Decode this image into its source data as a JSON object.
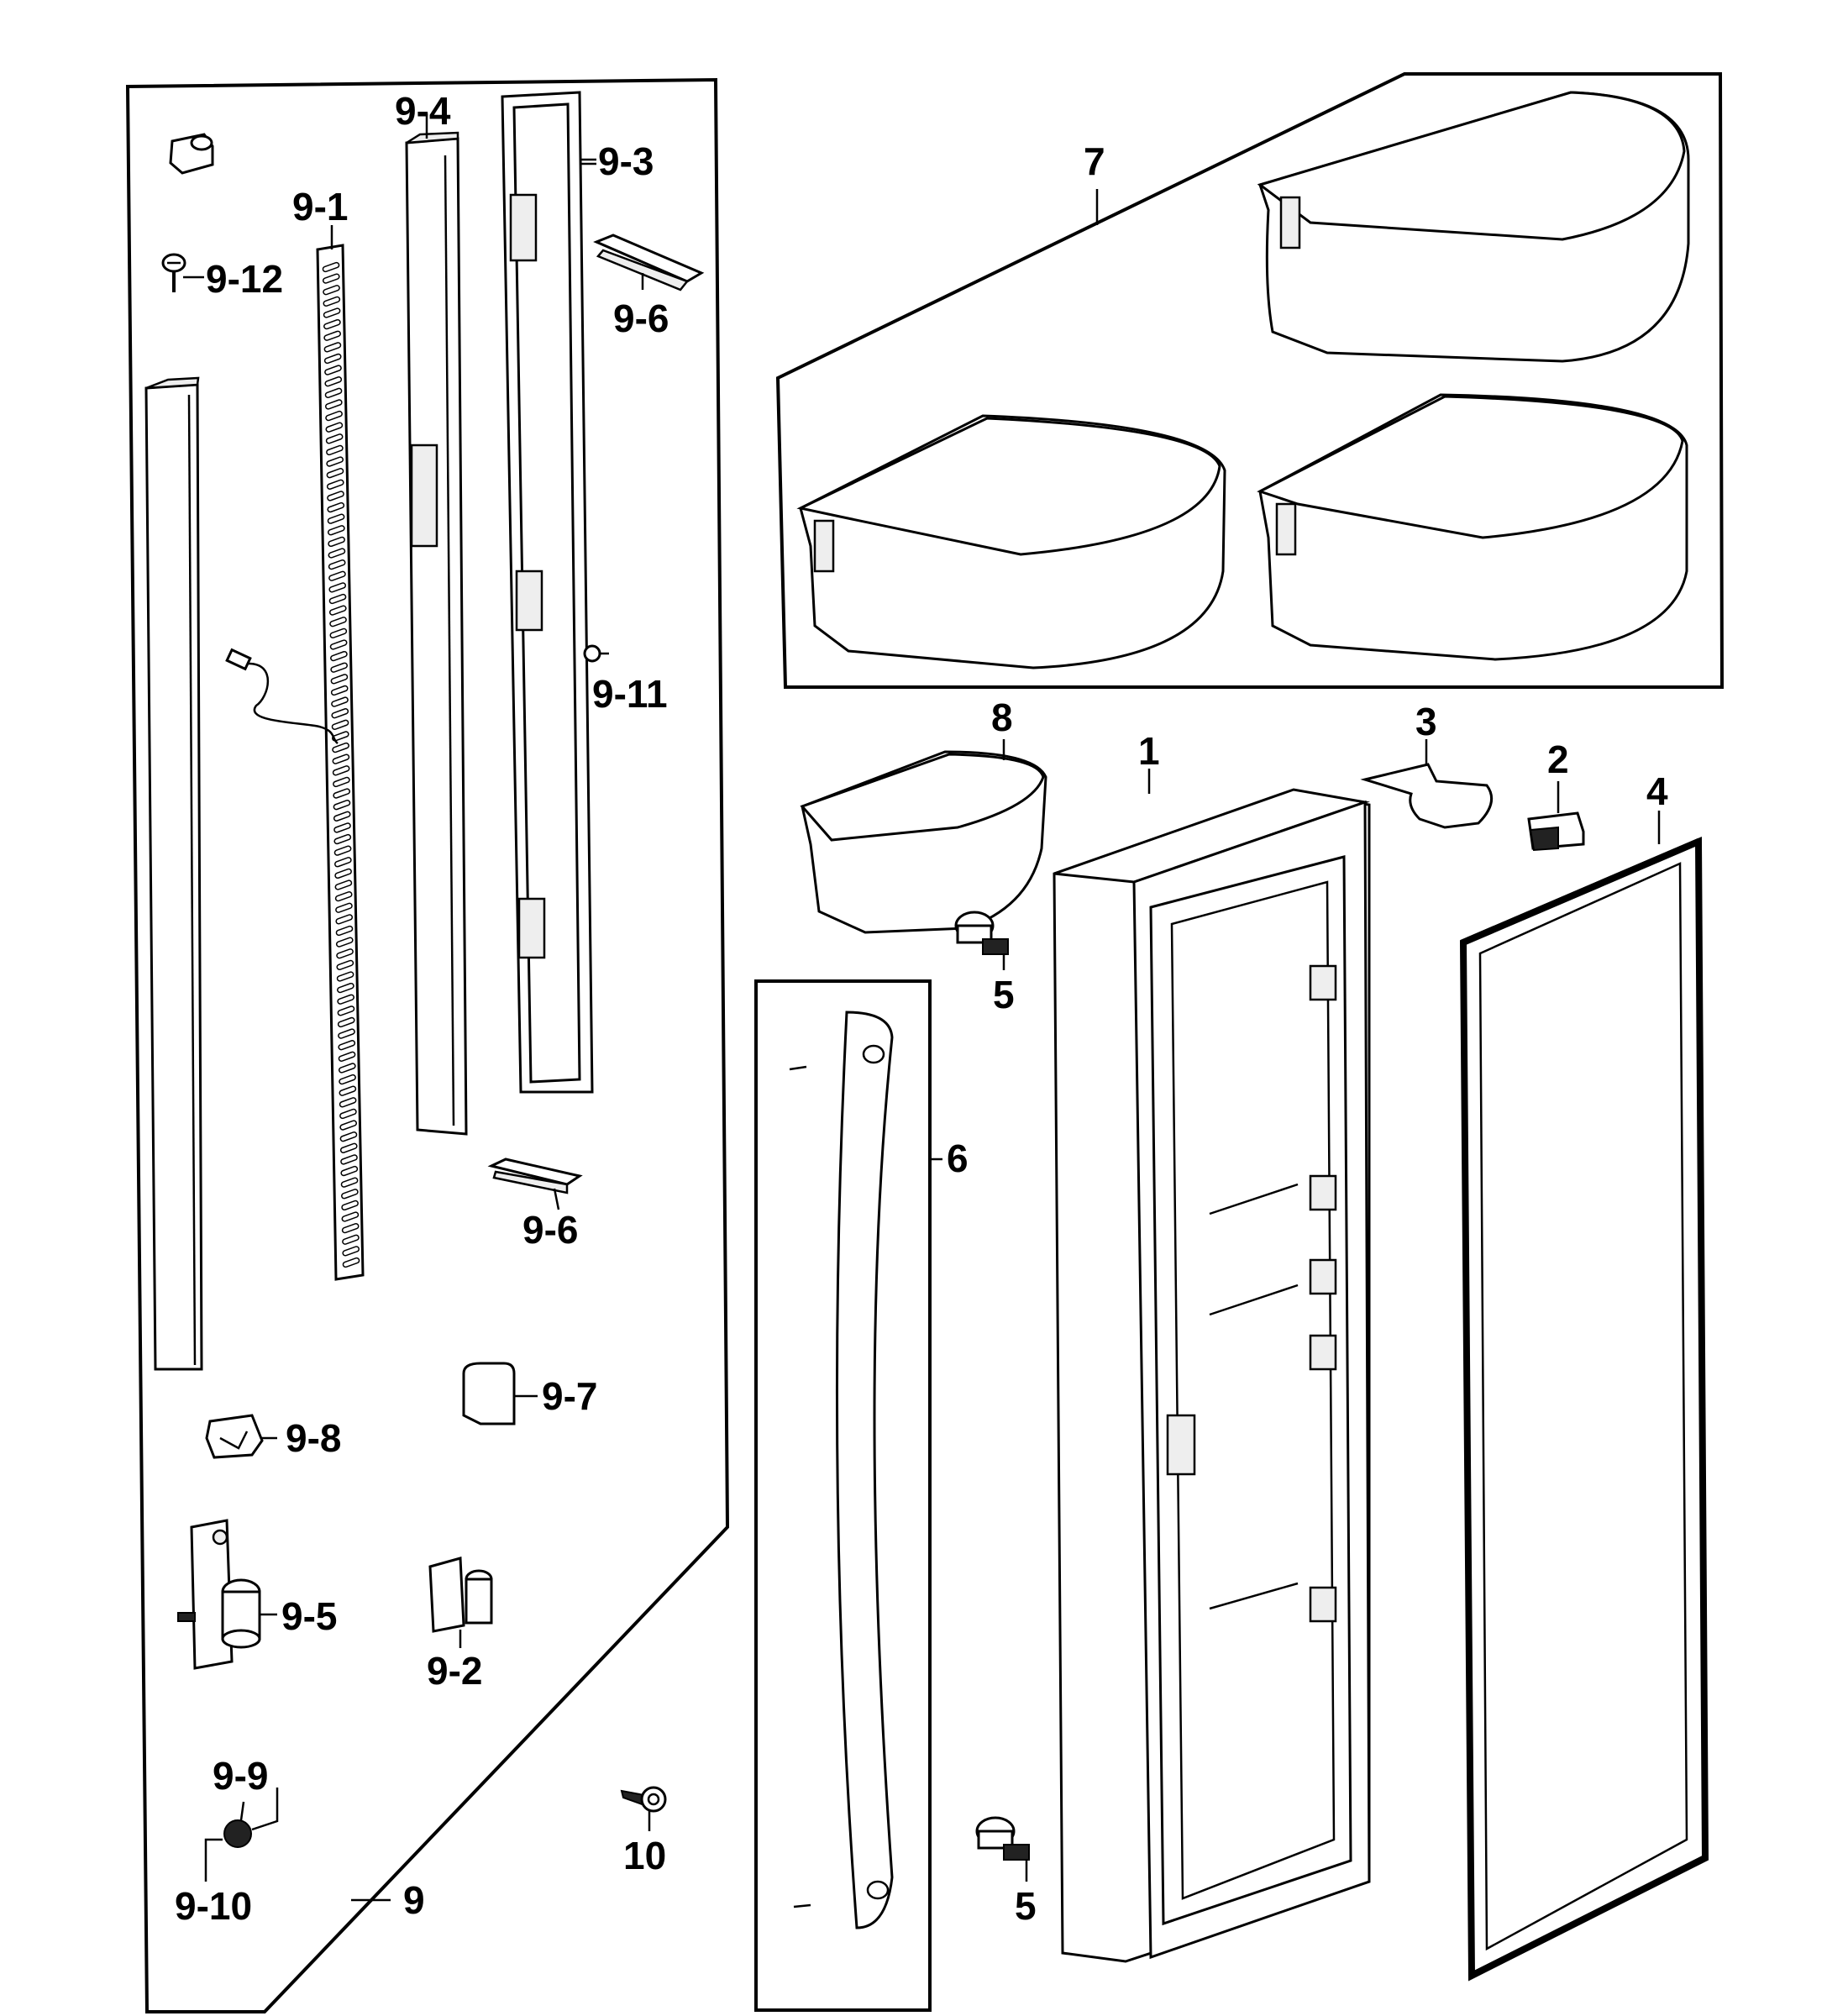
{
  "labels": {
    "l9_4": "9-4",
    "l9_3": "9-3",
    "l9_1": "9-1",
    "l9_12": "9-12",
    "l9_6a": "9-6",
    "l9_6b": "9-6",
    "l9_11": "9-11",
    "l9_7": "9-7",
    "l9_8": "9-8",
    "l9_5": "9-5",
    "l9_2": "9-2",
    "l9_9": "9-9",
    "l9_10": "9-10",
    "l9": "9",
    "l10": "10",
    "l7": "7",
    "l8": "8",
    "l1": "1",
    "l3": "3",
    "l2": "2",
    "l4": "4",
    "l5a": "5",
    "l5b": "5",
    "l6": "6"
  }
}
